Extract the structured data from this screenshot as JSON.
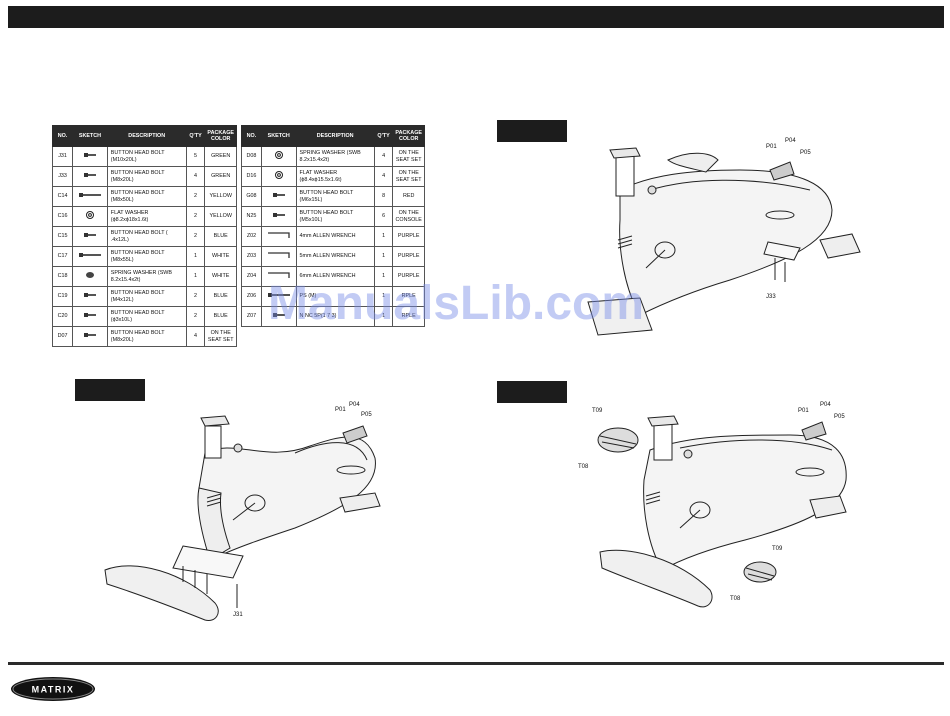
{
  "table_left": {
    "headers": {
      "no": "NO.",
      "sketch": "SKETCH",
      "description": "DESCRIPTION",
      "qty": "Q'TY",
      "package": "PACKAGE COLOR"
    },
    "rows": [
      {
        "no": "J31",
        "desc": "BUTTON HEAD BOLT (M10x20L)",
        "qty": "5",
        "pkg": "GREEN"
      },
      {
        "no": "J33",
        "desc": "BUTTON HEAD BOLT (M8x20L)",
        "qty": "4",
        "pkg": "GREEN"
      },
      {
        "no": "C14",
        "desc": "BUTTON HEAD BOLT (M8x50L)",
        "qty": "2",
        "pkg": "YELLOW"
      },
      {
        "no": "C16",
        "desc": "FLAT WASHER (ϕ8.2xϕ18x1.6t)",
        "qty": "2",
        "pkg": "YELLOW"
      },
      {
        "no": "C15",
        "desc": "BUTTON HEAD BOLT ( .4x12L)",
        "qty": "2",
        "pkg": "BLUE"
      },
      {
        "no": "C17",
        "desc": "BUTTON HEAD BOLT (M8x55L)",
        "qty": "1",
        "pkg": "WHITE"
      },
      {
        "no": "C18",
        "desc": "SPRING WASHER (SWB 8.2x15.4x2t)",
        "qty": "1",
        "pkg": "WHITE"
      },
      {
        "no": "C19",
        "desc": "BUTTON HEAD BOLT (M4x12L)",
        "qty": "2",
        "pkg": "BLUE"
      },
      {
        "no": "C20",
        "desc": "BUTTON HEAD BOLT (ϕ3x10L)",
        "qty": "2",
        "pkg": "BLUE"
      },
      {
        "no": "D07",
        "desc": "BUTTON HEAD BOLT (M8x20L)",
        "qty": "4",
        "pkg": "ON THE SEAT SET"
      }
    ]
  },
  "table_right": {
    "headers": {
      "no": "NO.",
      "sketch": "SKETCH",
      "description": "DESCRIPTION",
      "qty": "Q'TY",
      "package": "PACKAGE COLOR"
    },
    "rows": [
      {
        "no": "D08",
        "desc": "SPRING WASHER (SWB 8.2x15.4x2t)",
        "qty": "4",
        "pkg": "ON THE SEAT SET"
      },
      {
        "no": "D16",
        "desc": "FLAT WASHER (ϕ8.4xϕ15.5x1.6t)",
        "qty": "4",
        "pkg": "ON THE SEAT SET"
      },
      {
        "no": "G08",
        "desc": "BUTTON HEAD BOLT (M6x15L)",
        "qty": "8",
        "pkg": "RED"
      },
      {
        "no": "N25",
        "desc": "BUTTON HEAD BOLT (M5x10L)",
        "qty": "6",
        "pkg": "ON THE CONSOLE"
      },
      {
        "no": "Z02",
        "desc": "4mm ALLEN WRENCH",
        "qty": "1",
        "pkg": "PURPLE"
      },
      {
        "no": "Z03",
        "desc": "5mm ALLEN WRENCH",
        "qty": "1",
        "pkg": "PURPLE"
      },
      {
        "no": "Z04",
        "desc": "6mm ALLEN WRENCH",
        "qty": "1",
        "pkg": "PURPLE"
      },
      {
        "no": "Z06",
        "desc": "PS (M)",
        "qty": "1",
        "pkg": "RPLE"
      },
      {
        "no": "Z07",
        "desc": "N NC 5P(1 7 3)",
        "qty": "1",
        "pkg": "RPLE"
      }
    ]
  },
  "diagram1": {
    "parts": [
      "P01",
      "P04",
      "P05",
      "J31"
    ]
  },
  "diagram2": {
    "parts": [
      "P01",
      "P04",
      "P05",
      "J33"
    ]
  },
  "diagram3": {
    "parts": [
      "P01",
      "P04",
      "P05",
      "T09",
      "T08",
      "T09",
      "T08"
    ]
  },
  "watermark": "ManualsLib.com",
  "brand": "MATRIX",
  "colors": {
    "band": "#1c1c1c",
    "watermark": "#7a8ce6"
  }
}
